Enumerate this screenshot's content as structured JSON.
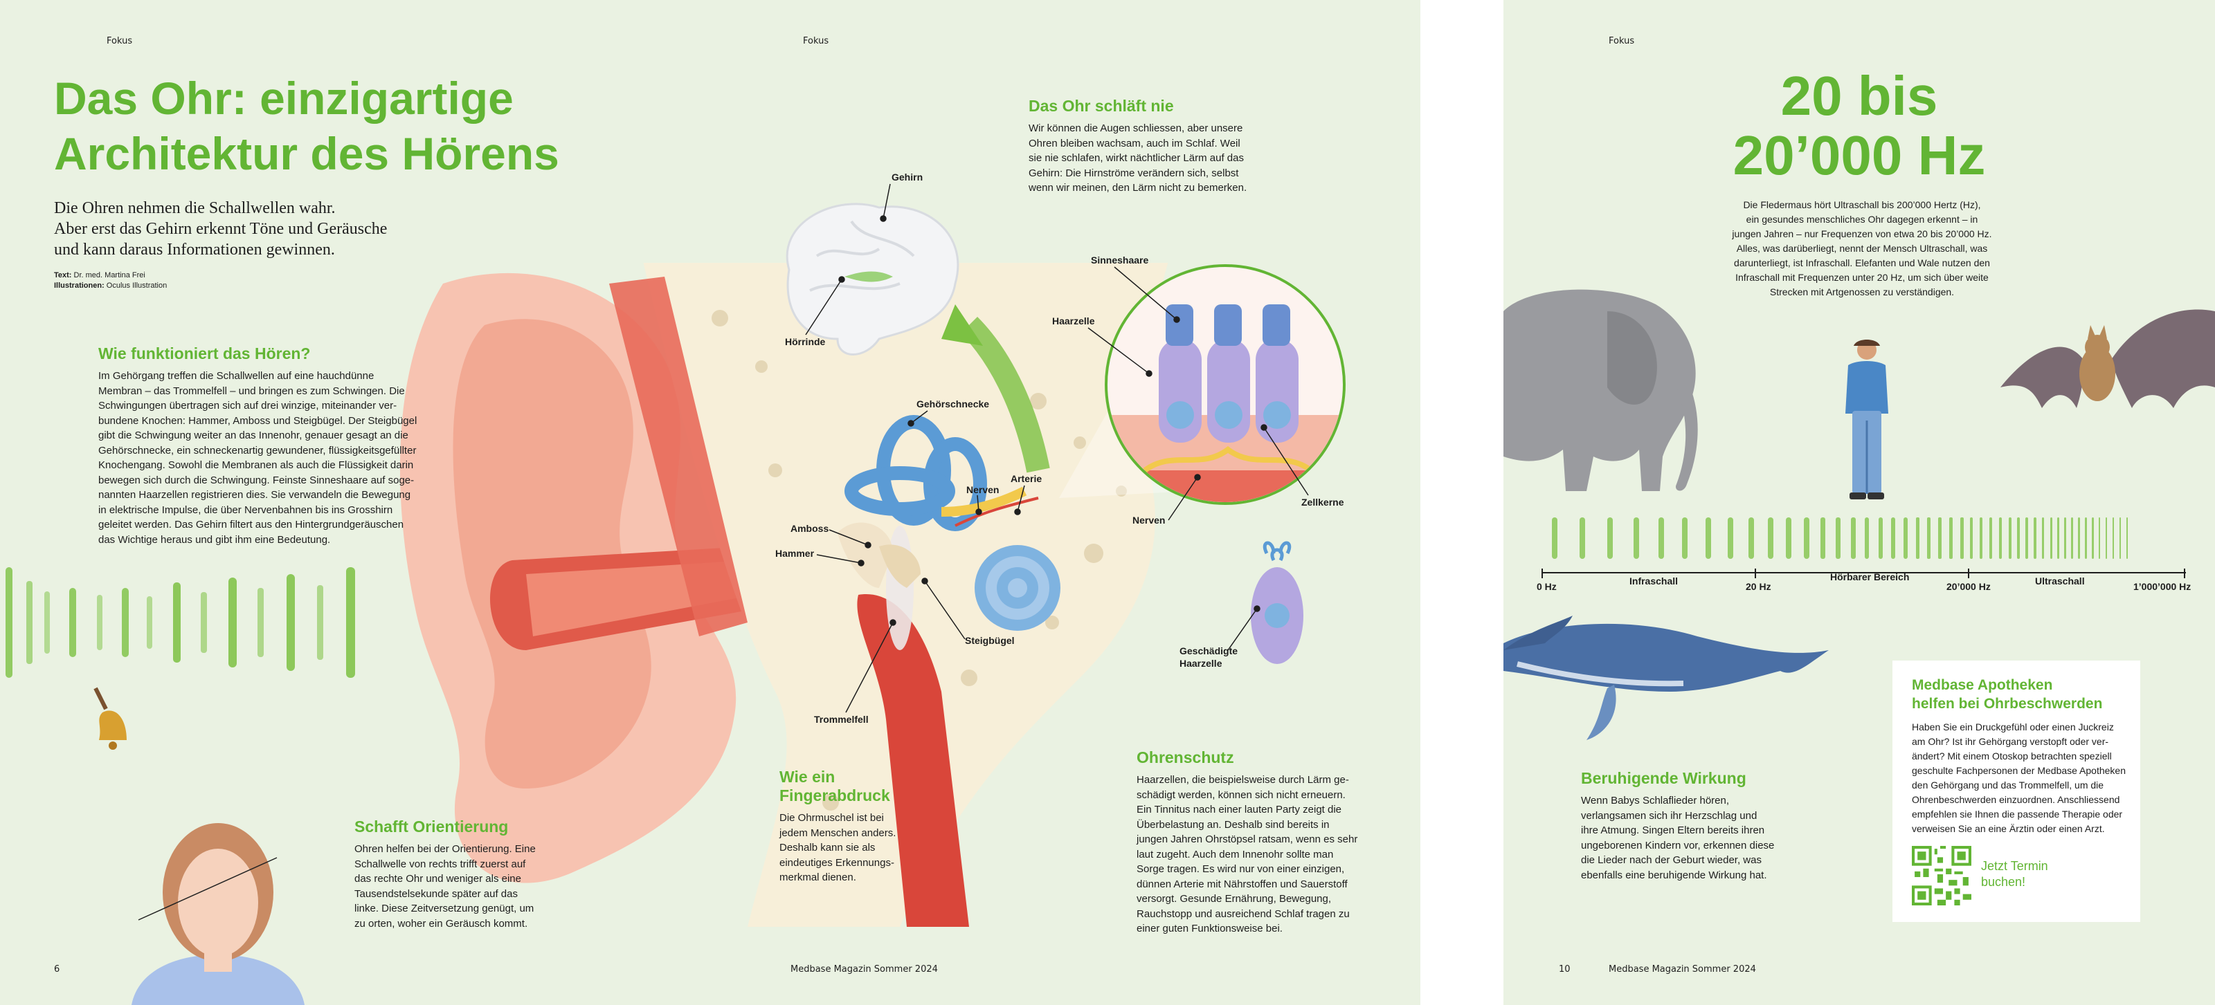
{
  "left_page": {
    "rubric_1": "Fokus",
    "rubric_2": "Fokus",
    "title_line1": "Das Ohr: einzigartige",
    "title_line2": "Architektur des Hörens",
    "lead_line1": "Die Ohren nehmen die Schallwellen wahr.",
    "lead_line2": "Aber erst das Gehirn erkennt Töne und Geräusche",
    "lead_line3": "und kann daraus Informationen gewinnen.",
    "credits": {
      "text_label": "Text:",
      "text_value": "Dr. med. Martina Frei",
      "illu_label": "Illustrationen:",
      "illu_value": "Oculus Illustration"
    },
    "how": {
      "title": "Wie funktioniert das Hören?",
      "lines": [
        "Im Gehörgang treffen die Schallwellen auf eine hauchdünne",
        "Membran – das Trommelfell – und bringen es zum Schwingen. Die",
        "Schwingungen übertragen sich auf drei winzige, miteinander ver-",
        "bundene Knochen: Hammer, Amboss und Steigbügel. Der Steigbügel",
        "gibt die Schwingung weiter an das Innenohr, genauer gesagt an die",
        "Gehörschnecke, ein schneckenartig gewundener, flüssigkeitsgefüllter",
        "Knochengang. Sowohl die Membranen als auch die Flüssigkeit darin",
        "bewegen sich durch die Schwingung. Feinste Sinneshaare auf soge-",
        "nannten Haarzellen registrieren dies. Sie verwandeln die Bewegung",
        "in elektrische Impulse, die über Nervenbahnen bis ins Grosshirn",
        "geleitet werden. Das Gehirn filtert aus den Hintergrundgeräuschen",
        "das Wichtige heraus und gibt ihm eine Bedeutung."
      ]
    },
    "sleep": {
      "title": "Das Ohr schläft nie",
      "lines": [
        "Wir können die Augen schliessen, aber unsere",
        "Ohren bleiben wachsam, auch im Schlaf. Weil",
        "sie nie schlafen, wirkt nächtlicher Lärm auf das",
        "Gehirn: Die Hirnströme verändern sich, selbst",
        "wenn wir meinen, den Lärm nicht zu bemerken."
      ]
    },
    "orient": {
      "title": "Schafft Orientierung",
      "lines": [
        "Ohren helfen bei der Orientierung. Eine",
        "Schallwelle von rechts trifft zuerst auf",
        "das rechte Ohr und weniger als eine",
        "Tausendstelsekunde später auf das",
        "linke. Diese Zeitversetzung genügt, um",
        "zu orten, woher ein Geräusch kommt."
      ]
    },
    "finger": {
      "title_line1": "Wie ein",
      "title_line2": "Fingerabdruck",
      "lines": [
        "Die Ohrmuschel ist bei",
        "jedem Menschen anders.",
        "Deshalb kann sie als",
        "eindeutiges Erkennungs-",
        "merkmal dienen."
      ]
    },
    "protect": {
      "title": "Ohrenschutz",
      "lines": [
        "Haarzellen, die beispielsweise durch Lärm ge-",
        "schädigt werden, können sich nicht erneuern.",
        "Ein Tinnitus nach einer lauten Party zeigt die",
        "Überbelastung an. Deshalb sind bereits in",
        "jungen Jahren Ohrstöpsel ratsam, wenn es sehr",
        "laut zugeht. Auch dem Innenohr sollte man",
        "Sorge tragen. Es wird nur von einer einzigen,",
        "dünnen Arterie mit Nährstoffen und Sauerstoff",
        "versorgt. Gesunde Ernährung, Bewegung,",
        "Rauchstopp und ausreichend Schlaf tragen zu",
        "einer guten Funktionsweise bei."
      ]
    },
    "labels": {
      "gehirn": "Gehirn",
      "hoerrinde": "Hörrinde",
      "gehoerschnecke": "Gehörschnecke",
      "nerven": "Nerven",
      "arterie": "Arterie",
      "amboss": "Amboss",
      "hammer": "Hammer",
      "steigbuegel": "Steigbügel",
      "trommelfell": "Trommelfell",
      "sinneshaare": "Sinneshaare",
      "haarzelle": "Haarzelle",
      "zellkerne": "Zellkerne",
      "nerven2": "Nerven",
      "geschaedigte_line1": "Geschädigte",
      "geschaedigte_line2": "Haarzelle"
    },
    "footer_page": "6",
    "footer_mag": "Medbase Magazin Sommer 2024"
  },
  "right_page": {
    "rubric": "Fokus",
    "title_line1": "20 bis",
    "title_line2": "20’000 Hz",
    "intro_lines": [
      "Die Fledermaus hört Ultraschall bis 200’000 Hertz (Hz),",
      "ein gesundes menschliches Ohr dagegen erkennt – in",
      "jungen Jahren – nur Frequenzen von etwa 20 bis 20’000 Hz.",
      "Alles, was darüberliegt, nennt der Mensch Ultraschall, was",
      "darunterliegt, ist Infraschall. Elefanten und Wale nutzen den",
      "Infraschall mit Frequenzen unter 20 Hz, um sich über weite",
      "Strecken mit Artgenossen zu verständigen."
    ],
    "scale": {
      "t0": "0 Hz",
      "infra": "Infraschall",
      "t20": "20 Hz",
      "audible": "Hörbarer Bereich",
      "t20000": "20’000 Hz",
      "ultra": "Ultraschall",
      "tmax": "1’000’000 Hz"
    },
    "calm": {
      "title": "Beruhigende Wirkung",
      "lines": [
        "Wenn Babys Schlaflieder hören,",
        "verlangsamen sich ihr Herzschlag und",
        "ihre Atmung. Singen Eltern bereits ihren",
        "ungeborenen Kindern vor, erkennen diese",
        "die Lieder nach der Geburt wieder, was",
        "ebenfalls eine beruhigende Wirkung hat."
      ]
    },
    "medbase": {
      "title_line1": "Medbase Apotheken",
      "title_line2": "helfen bei Ohrbeschwerden",
      "lines": [
        "Haben Sie ein Druckgefühl oder einen Juckreiz",
        "am Ohr? Ist ihr Gehörgang verstopft oder ver-",
        "ändert? Mit einem Otoskop betrachten speziell",
        "geschulte Fachpersonen der Medbase Apotheken",
        "den Gehörgang und das Trommelfell, um die",
        "Ohrenbeschwerden einzuordnen. Anschliessend",
        "empfehlen sie Ihnen die passende Therapie oder",
        "verweisen Sie an eine Ärztin oder einen Arzt."
      ],
      "cta_line1": "Jetzt Termin",
      "cta_line2": "buchen!"
    },
    "footer_page": "10",
    "footer_mag": "Medbase Magazin Sommer 2024"
  },
  "colors": {
    "accent": "#62b534",
    "paper": "#eaf2e2",
    "skin": "#f4b9a6",
    "bone": "#f7efd9",
    "blue": "#5b9bd5"
  }
}
